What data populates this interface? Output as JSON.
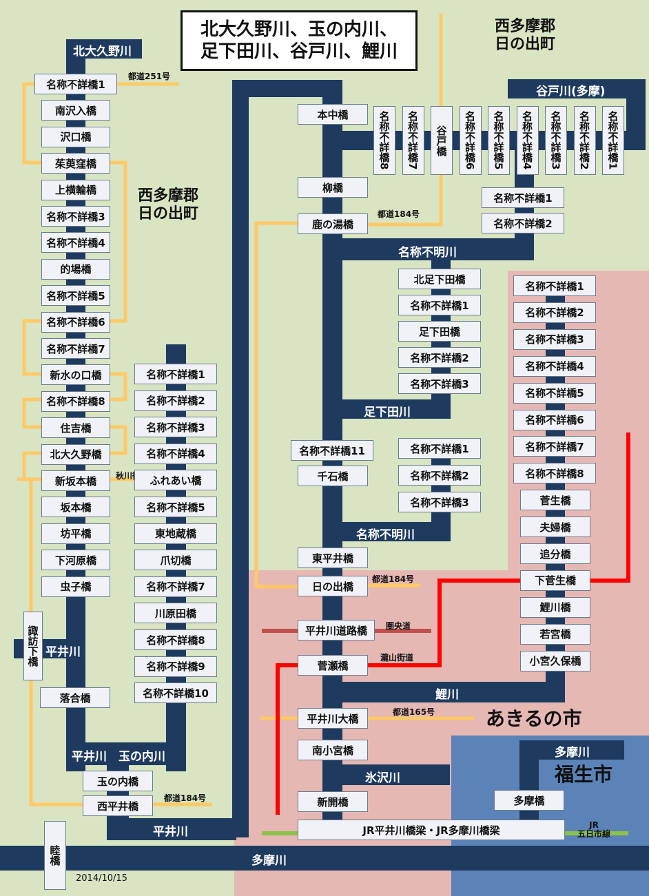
{
  "title": {
    "line1": "北大久野川、玉の内川、",
    "line2": "足下田川、谷戸川、鯉川"
  },
  "areas": {
    "nishitama_top": {
      "line1": "西多摩郡",
      "line2": "日の出町"
    },
    "nishitama_mid": {
      "line1": "西多摩郡",
      "line2": "日の出町"
    },
    "akiruno": "あきるの市",
    "fussa": "福生市"
  },
  "river_labels": {
    "kitaono": "北大久野川",
    "yatogawa": "谷戸川(多摩)",
    "meisho_fumei_1": "名称不明川",
    "ashigeta": "足下田川",
    "meisho_fumei_2": "名称不明川",
    "koigawa": "鯉川",
    "hikawa": "氷沢川",
    "tama_fussa": "多摩川",
    "hiraikawa_left": "平井川",
    "hirai_tamanouchi": "平井川　玉の内川",
    "hiraikawa_bottom": "平井川",
    "tamagawa": "多摩川"
  },
  "road_labels": {
    "todo251": "都道251号",
    "todo184_a": "都道184号",
    "akigawa": "秋川街道",
    "todo184_b": "都道184号",
    "todo184_c": "都道184号",
    "kenodo": "圏央道",
    "takiyama": "瀧山街道",
    "todo165": "都道165号",
    "jr_line1": "JR",
    "jr_line2": "五日市線"
  },
  "bridges_kitaono": [
    "名称不詳橋1",
    "南沢入橋",
    "沢口橋",
    "茱萸窪橋",
    "上横輪橋",
    "名称不詳橋3",
    "名称不詳橋4",
    "的場橋",
    "名称不詳橋5",
    "名称不詳橋6",
    "名称不詳橋7",
    "新水の口橋",
    "名称不詳橋8",
    "住吉橋",
    "北大久野橋",
    "新坂本橋",
    "坂本橋",
    "坊平橋",
    "下河原橋",
    "虫子橋"
  ],
  "bridges_tamanouchi": [
    "名称不詳橋1",
    "名称不詳橋2",
    "名称不詳橋3",
    "名称不詳橋4",
    "ふれあい橋",
    "名称不詳橋5",
    "東地蔵橋",
    "爪切橋",
    "名称不詳橋7",
    "川原田橋",
    "名称不詳橋8",
    "名称不詳橋9",
    "名称不詳橋10"
  ],
  "bridges_hirai_lower": [
    "玉の内橋",
    "西平井橋"
  ],
  "bridge_suwashita": "諏訪下橋",
  "bridge_ochiai": "落合橋",
  "bridge_mutsumi": "睦橋",
  "bridges_hirai_main": [
    "本中橋",
    "柳橋",
    "鹿の湯橋",
    "名称不詳橋11",
    "千石橋",
    "東平井橋",
    "日の出橋",
    "平井川道路橋",
    "菅瀬橋",
    "平井川大橋",
    "南小宮橋",
    "新開橋"
  ],
  "bridges_yato": [
    "名称不詳橋8",
    "名称不詳橋7",
    "谷戸橋",
    "名称不詳橋6",
    "名称不詳橋5",
    "名称不詳橋4",
    "名称不詳橋3",
    "名称不詳橋2",
    "名称不詳橋1"
  ],
  "bridges_meisho1": [
    "名称不詳橋1",
    "名称不詳橋2"
  ],
  "bridges_ashigeta": [
    "北足下田橋",
    "名称不詳橋1",
    "足下田橋",
    "名称不詳橋2",
    "名称不詳橋3"
  ],
  "bridges_meisho2": [
    "名称不詳橋1",
    "名称不詳橋2",
    "名称不詳橋3"
  ],
  "bridges_koi": [
    "名称不詳橋1",
    "名称不詳橋2",
    "名称不詳橋3",
    "名称不詳橋4",
    "名称不詳橋5",
    "名称不詳橋6",
    "名称不詳橋7",
    "名称不詳橋8",
    "菅生橋",
    "夫婦橋",
    "追分橋",
    "下菅生橋",
    "鯉川橋",
    "若宮橋",
    "小宮久保橋"
  ],
  "bridge_tama": "多摩橋",
  "bridge_jr": "JR平井川橋梁・JR多摩川橋梁",
  "date": "2014/10/15",
  "colors": {
    "river": "#1e3a5f",
    "road": "#ffc966",
    "red": "#ff0000",
    "kenodo": "#c0504d",
    "jr": "#8bc34a",
    "akiruno": "#e6b8b4",
    "fussa": "#5b83b8",
    "hinode": "#d8e4c2"
  }
}
